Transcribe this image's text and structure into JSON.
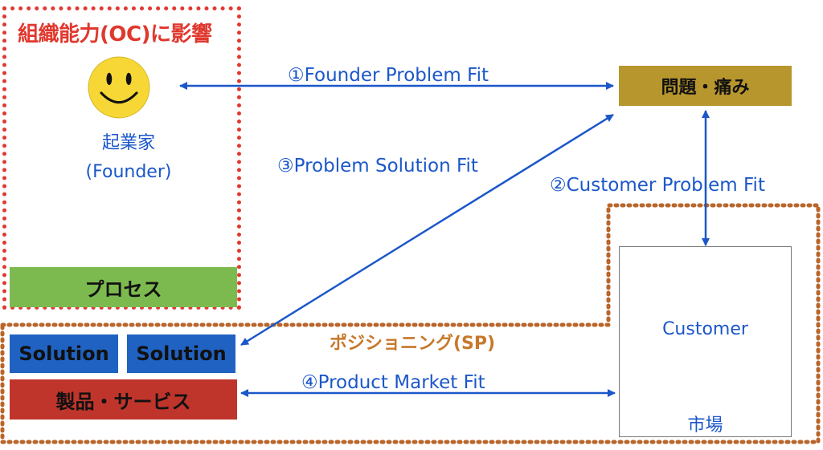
{
  "org": {
    "title": "組織能力(OC)に影響"
  },
  "founder": {
    "label_jp": "起業家",
    "label_en": "(Founder)"
  },
  "boxes": {
    "process": "プロセス",
    "problem": "問題・痛み",
    "solution_1": "Solution",
    "solution_2": "Solution",
    "product": "製品・サービス"
  },
  "customer": {
    "label": "Customer",
    "market": "市場"
  },
  "fits": {
    "founder_problem": "①Founder Problem Fit",
    "customer_problem": "②Customer Problem Fit",
    "problem_solution": "③Problem Solution Fit",
    "product_market": "④Product Market Fit"
  },
  "positioning": {
    "label": "ポジショニング(SP)"
  },
  "colors": {
    "red_dash": "#e0382e",
    "orange_dash": "#b8652a",
    "arrow_blue": "#1b57c9",
    "process_green": "#7cba4f",
    "problem_gold": "#b8962e",
    "solution_blue": "#1f62c2",
    "product_red": "#c0352b",
    "smiley_yellow": "#f6d735"
  },
  "icons": {
    "person": "smiley-icon",
    "market_people": "smiley-icon"
  }
}
